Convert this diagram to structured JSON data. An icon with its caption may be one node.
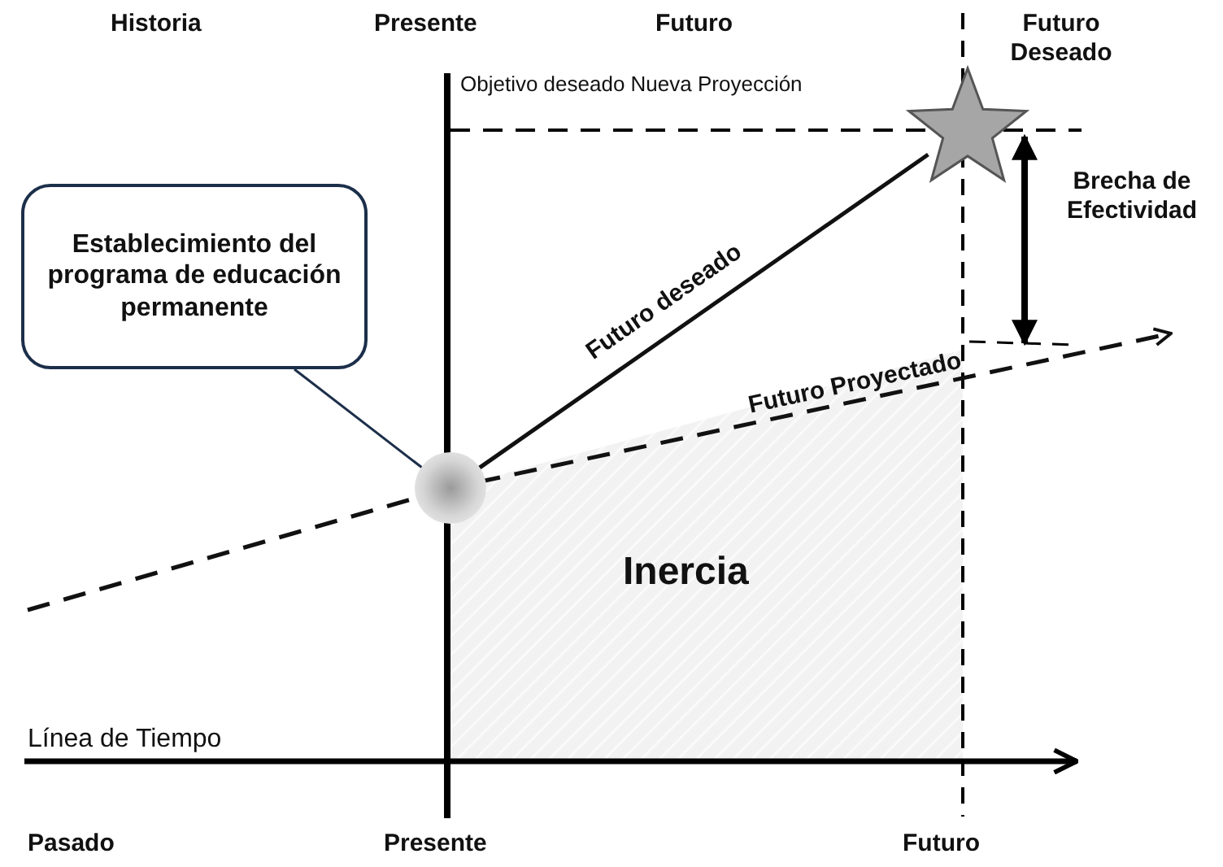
{
  "diagram": {
    "nodes": [
      {
        "text": [
          "Establecimiento del programa de educación permanente"
        ]
      },
      {
        "text": [],
        "shape": "circle"
      },
      {
        "text": [],
        "shape": "star"
      }
    ],
    "edges": [
      {
        "from": 0,
        "to": 1,
        "arrow": "none"
      },
      {
        "from": 1,
        "to": 2,
        "arrow": "none",
        "label": "Futuro deseado"
      },
      {
        "from": null,
        "to": 1,
        "arrow": "none",
        "style": "dashed"
      },
      {
        "from": 1,
        "to": null,
        "arrow": "to",
        "style": "dashed",
        "label": "Futuro Proyectado"
      }
    ],
    "labels": [
      "Historia",
      "Presente",
      "Futuro",
      "Futuro Deseado",
      "Objetivo deseado Nueva Proyección",
      "Brecha de Efectividad",
      "Inercia",
      "Línea de Tiempo",
      "Pasado",
      "Presente",
      "Futuro"
    ]
  }
}
